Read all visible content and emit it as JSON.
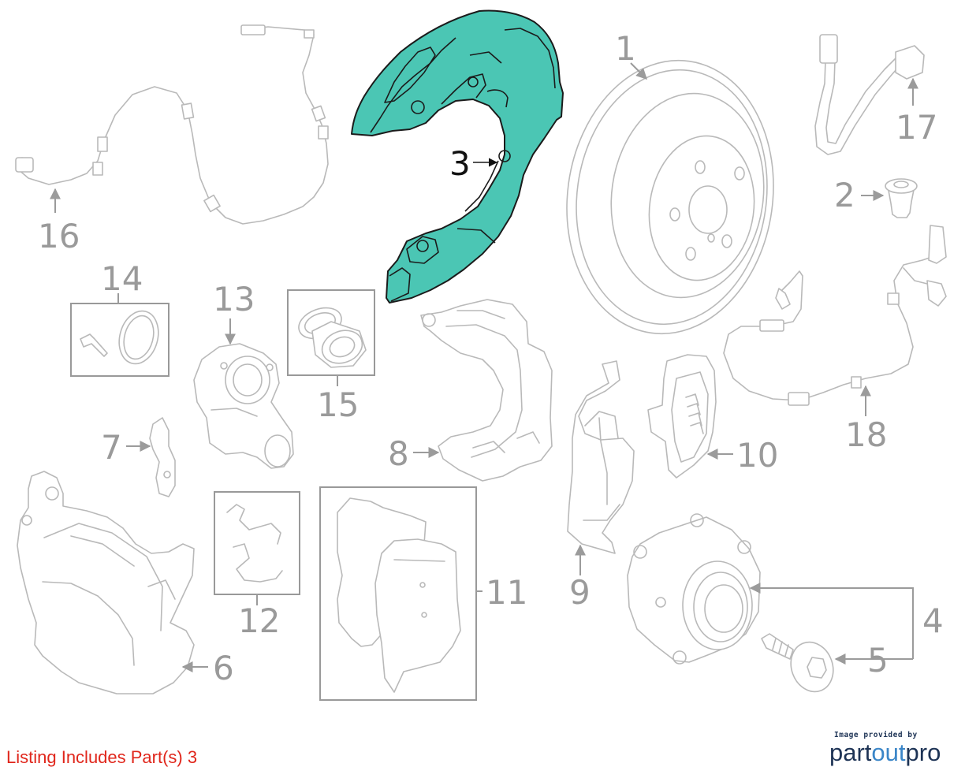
{
  "diagram": {
    "part_numbers": [
      "1",
      "2",
      "3",
      "4",
      "5",
      "6",
      "7",
      "8",
      "9",
      "10",
      "11",
      "12",
      "13",
      "14",
      "15",
      "16",
      "17",
      "18"
    ],
    "highlighted_part": "3",
    "colors": {
      "highlight": "#4bc6b4",
      "parts": "#b9b9b9",
      "labels": "#9a9a9a",
      "note": "#e0261b"
    }
  },
  "footer": {
    "listing_note": "Listing Includes Part(s) 3",
    "logo": {
      "provided_by": "Image provided by",
      "part": "part",
      "out": "out",
      "pro": "pro"
    }
  }
}
